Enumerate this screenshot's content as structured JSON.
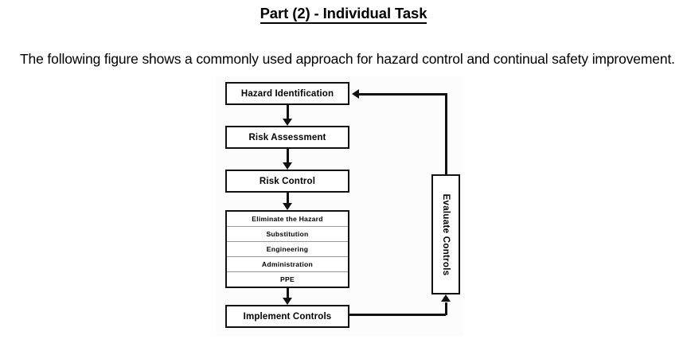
{
  "document": {
    "title": "Part (2) - Individual Task",
    "paragraph": "The following figure shows a commonly used approach for hazard control and continual safety improvement."
  },
  "figure": {
    "flow_boxes": [
      {
        "id": "hazard-identification",
        "label": "Hazard Identification"
      },
      {
        "id": "risk-assessment",
        "label": "Risk Assessment"
      },
      {
        "id": "risk-control",
        "label": "Risk Control"
      },
      {
        "id": "implement-controls",
        "label": "Implement Controls"
      }
    ],
    "controls_hierarchy": [
      {
        "label": "Eliminate the Hazard"
      },
      {
        "label": "Substitution"
      },
      {
        "label": "Engineering"
      },
      {
        "label": "Administration"
      },
      {
        "label": "PPE"
      }
    ],
    "feedback_box": {
      "label": "Evaluate Controls"
    },
    "colors": {
      "stroke": "#111111",
      "box_fill": "#ffffff",
      "figure_background": "#fcfcfc",
      "hierarchy_divider": "#9a9a9a"
    }
  }
}
